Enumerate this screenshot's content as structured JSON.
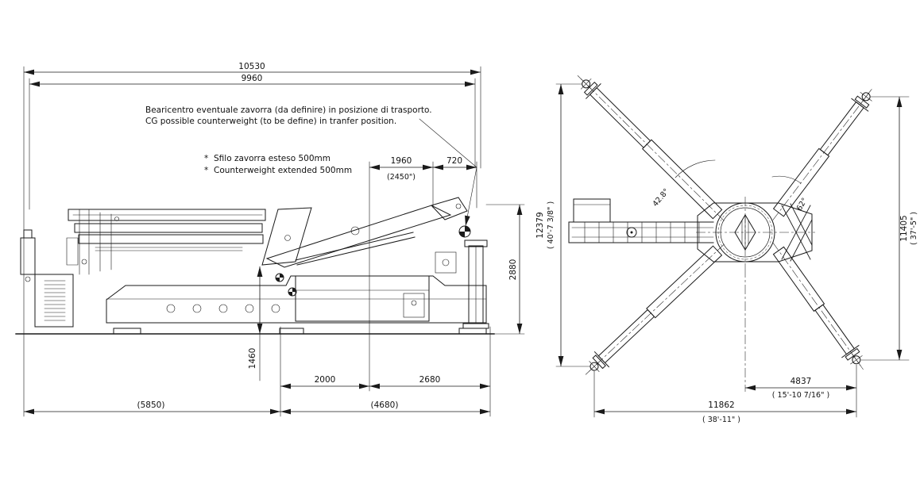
{
  "colors": {
    "ink": "#1a1a1a",
    "background": "#ffffff"
  },
  "side_view": {
    "dim_overall": "10530",
    "dim_upper": "9960",
    "cg_note_line1": "Bearicentro eventuale zavorra (da definire) in posizione di trasporto.",
    "cg_note_line2": "CG possible counterweight (to be define) in tranfer position.",
    "bullet": "*",
    "note_sfilo": "Sfilo zavorra esteso 500mm",
    "note_counterweight": "Counterweight extended 500mm",
    "dim_1960": "1960",
    "dim_1960_alt": "(2450\")",
    "dim_720": "720",
    "dim_height": "2880",
    "dim_1460": "1460",
    "dim_2000": "2000",
    "dim_2680": "2680",
    "dim_5850": "(5850)",
    "dim_4680": "(4680)"
  },
  "top_view": {
    "dim_left_mm": "12379",
    "dim_left_ft": "( 40'-7 3/8\" )",
    "dim_right_mm": "11405",
    "dim_right_ft": "( 37'-5\" )",
    "angle_left": "42.8°",
    "angle_right": "62°",
    "dim_track_mm": "4837",
    "dim_track_ft": "( 15'-10 7/16\" )",
    "dim_span_mm": "11862",
    "dim_span_ft": "( 38'-11\" )"
  }
}
